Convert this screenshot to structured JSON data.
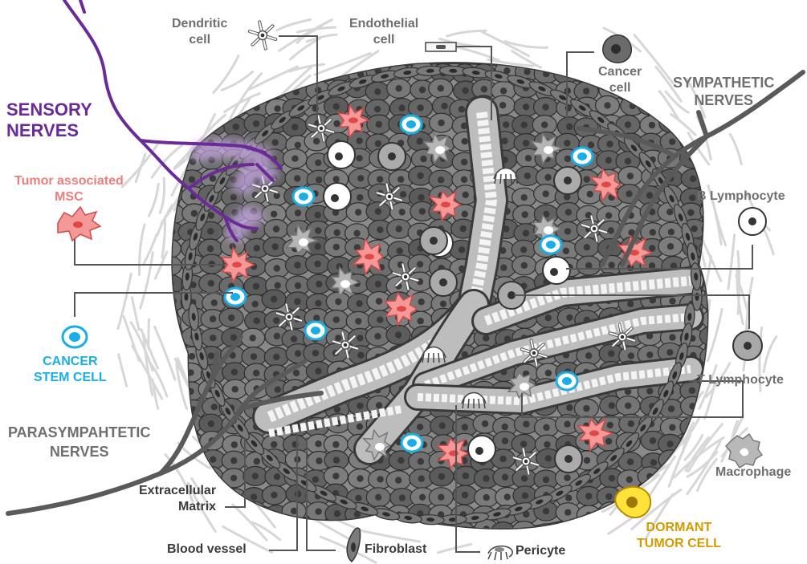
{
  "colors": {
    "sensory": "#6a2a98",
    "msc": "#f07c7c",
    "stem": "#19aee6",
    "dormant": "#d49b00",
    "tissue": "#5e5e5e",
    "label_grey": "#707070",
    "label_dark": "#3b3b3b"
  },
  "labels": {
    "dendritic": "Dendritic\ncell",
    "endothelial": "Endothelial\ncell",
    "cancer_cell": "Cancer\ncell",
    "sympathetic": "SYMPATHETIC\nNERVES",
    "sensory": "SENSORY\nNERVES",
    "msc": "Tumor associated\nMSC",
    "b_lymphocyte": "B Lymphocyte",
    "stem": "CANCER\nSTEM CELL",
    "t_lymphocyte": "T Lymphocyte",
    "parasympathetic": "PARASYMPAHTETIC\nNERVES",
    "macrophage": "Macrophage",
    "ecm": "Extracellular\nMatrix",
    "dormant": "DORMANT\nTUMOR CELL",
    "blood_vessel": "Blood vessel",
    "fibroblast": "Fibroblast",
    "pericyte": "Pericyte"
  },
  "icons": [
    "dendritic-cell-icon",
    "endothelial-cell-icon",
    "cancer-cell-icon",
    "msc-cell-icon",
    "b-lymphocyte-icon",
    "cancer-stem-cell-icon",
    "t-lymphocyte-icon",
    "macrophage-icon",
    "dormant-tumor-cell-icon",
    "fibroblast-icon",
    "pericyte-icon"
  ]
}
